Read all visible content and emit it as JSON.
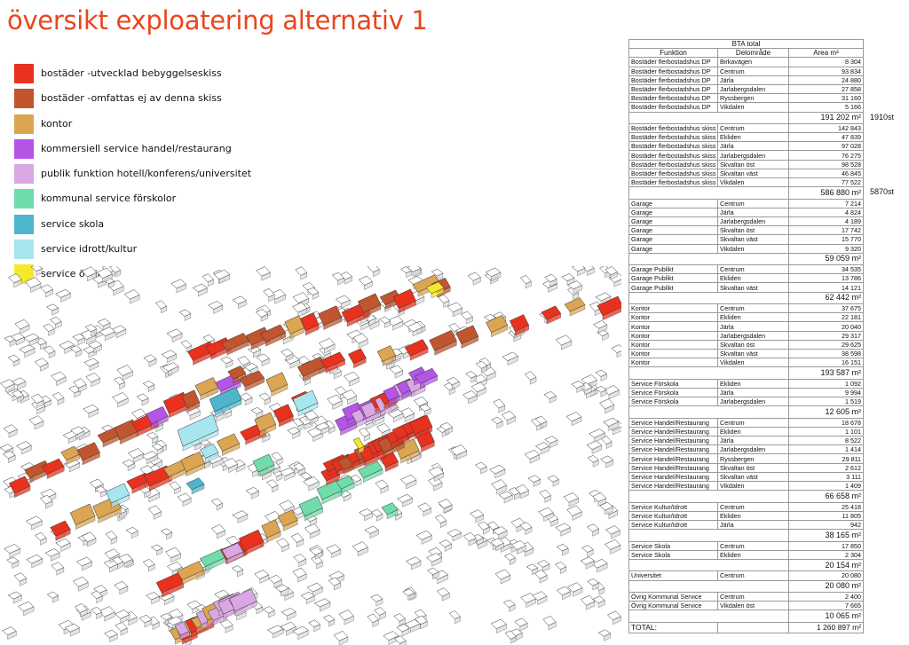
{
  "title": "översikt exploatering alternativ 1",
  "legend": [
    {
      "label": "bostäder -utvecklad bebyggelseskiss",
      "color": "#e8321e"
    },
    {
      "label": "bostäder -omfattas ej av denna skiss",
      "color": "#c0552e"
    },
    {
      "label": "kontor",
      "color": "#dba552"
    },
    {
      "label": "kommersiell service handel/restaurang",
      "color": "#b455e6"
    },
    {
      "label": "publik funktion hotell/konferens/universitet",
      "color": "#d9a8e3"
    },
    {
      "label": "kommunal service förskolor",
      "color": "#6fdcaa"
    },
    {
      "label": "service skola",
      "color": "#4eb5cd"
    },
    {
      "label": "service idrott/kultur",
      "color": "#a8e6ef"
    },
    {
      "label": "service övrigt",
      "color": "#f4ea2a"
    }
  ],
  "table": {
    "caption": "BTA total",
    "headers": [
      "Funktion",
      "Delområde",
      "Area m²"
    ],
    "rows": [
      {
        "f": "Bostäder flerbostadshus DP",
        "d": "Birkavägen",
        "a": "8 304"
      },
      {
        "f": "Bostäder flerbostadshus DP",
        "d": "Centrum",
        "a": "93 834"
      },
      {
        "f": "Bostäder flerbostadshus DP",
        "d": "Järla",
        "a": "24 880"
      },
      {
        "f": "Bostäder flerbostadshus DP",
        "d": "Jarlabergsdalen",
        "a": "27 858"
      },
      {
        "f": "Bostäder flerbostadshus DP",
        "d": "Ryssbergen",
        "a": "31 160"
      },
      {
        "f": "Bostäder flerbostadshus DP",
        "d": "Vikdalen",
        "a": "5 166"
      },
      {
        "sub": "191 202 m²",
        "note": "1910st"
      },
      {
        "f": "Bostäder flerbostadshus skiss",
        "d": "Centrum",
        "a": "142 843"
      },
      {
        "f": "Bostäder flerbostadshus skiss",
        "d": "Ekliden",
        "a": "47 839"
      },
      {
        "f": "Bostäder flerbostadshus skiss",
        "d": "Järla",
        "a": "97 028"
      },
      {
        "f": "Bostäder flerbostadshus skiss",
        "d": "Jarlabergsdalen",
        "a": "76 275"
      },
      {
        "f": "Bostäder flerbostadshus skiss",
        "d": "Skvaltan öst",
        "a": "98 528"
      },
      {
        "f": "Bostäder flerbostadshus skiss",
        "d": "Skvaltan väst",
        "a": "46 845"
      },
      {
        "f": "Bostäder flerbostadshus skiss",
        "d": "Vikdalen",
        "a": "77 522"
      },
      {
        "sub": "586 880 m²",
        "note": "5870st"
      },
      {
        "f": "Garage",
        "d": "Centrum",
        "a": "7 214"
      },
      {
        "f": "Garage",
        "d": "Järla",
        "a": "4 824"
      },
      {
        "f": "Garage",
        "d": "Jarlabergsdalen",
        "a": "4 189"
      },
      {
        "f": "Garage",
        "d": "Skvaltan öst",
        "a": "17 742"
      },
      {
        "f": "Garage",
        "d": "Skvaltan väst",
        "a": "15 770"
      },
      {
        "f": "Garage",
        "d": "Vikdalen",
        "a": "9 320"
      },
      {
        "sub": "59 059 m²"
      },
      {
        "f": "Garage Publikt",
        "d": "Centrum",
        "a": "34 535"
      },
      {
        "f": "Garage Publikt",
        "d": "Ekliden",
        "a": "13 786"
      },
      {
        "f": "Garage Publikt",
        "d": "Skvaltan väst",
        "a": "14 121"
      },
      {
        "sub": "62 442 m²"
      },
      {
        "f": "Kontor",
        "d": "Centrum",
        "a": "37 675"
      },
      {
        "f": "Kontor",
        "d": "Ekliden",
        "a": "22 181"
      },
      {
        "f": "Kontor",
        "d": "Järla",
        "a": "20 040"
      },
      {
        "f": "Kontor",
        "d": "Jarlabergsdalen",
        "a": "29 317"
      },
      {
        "f": "Kontor",
        "d": "Skvaltan öst",
        "a": "29 625"
      },
      {
        "f": "Kontor",
        "d": "Skvaltan väst",
        "a": "38 598"
      },
      {
        "f": "Kontor",
        "d": "Vikdalen",
        "a": "16 151"
      },
      {
        "sub": "193 587 m²"
      },
      {
        "f": "Service Förskola",
        "d": "Ekliden",
        "a": "1 092"
      },
      {
        "f": "Service Förskola",
        "d": "Järla",
        "a": "9 994"
      },
      {
        "f": "Service Förskola",
        "d": "Jarlabergsdalen",
        "a": "1 519"
      },
      {
        "sub": "12 605 m²"
      },
      {
        "f": "Service Handel/Restaurang",
        "d": "Centrum",
        "a": "18 678"
      },
      {
        "f": "Service Handel/Restaurang",
        "d": "Ekliden",
        "a": "1 101"
      },
      {
        "f": "Service Handel/Restaurang",
        "d": "Järla",
        "a": "8 522"
      },
      {
        "f": "Service Handel/Restaurang",
        "d": "Jarlabergsdalen",
        "a": "1 414"
      },
      {
        "f": "Service Handel/Restaurang",
        "d": "Ryssbergen",
        "a": "29 811"
      },
      {
        "f": "Service Handel/Restaurang",
        "d": "Skvaltan öst",
        "a": "2 612"
      },
      {
        "f": "Service Handel/Restaurang",
        "d": "Skvaltan väst",
        "a": "3 111"
      },
      {
        "f": "Service Handel/Restaurang",
        "d": "Vikdalen",
        "a": "1 409"
      },
      {
        "sub": "66 658 m²"
      },
      {
        "f": "Service Kultur/Idrott",
        "d": "Centrum",
        "a": "25 418"
      },
      {
        "f": "Service Kultur/Idrott",
        "d": "Ekliden",
        "a": "11 805"
      },
      {
        "f": "Service Kultur/Idrott",
        "d": "Järla",
        "a": "942"
      },
      {
        "sub": "38 165 m²"
      },
      {
        "f": "Service Skola",
        "d": "Centrum",
        "a": "17 850"
      },
      {
        "f": "Service Skola",
        "d": "Ekliden",
        "a": "2 304"
      },
      {
        "sub": "20 154 m²"
      },
      {
        "f": "Universitet",
        "d": "Centrum",
        "a": "20 080"
      },
      {
        "sub": "20 080 m²"
      },
      {
        "f": "Övrig Kommunal Service",
        "d": "Centrum",
        "a": "2 400"
      },
      {
        "f": "Övrig Kommunal Service",
        "d": "Vikdalen öst",
        "a": "7 665"
      },
      {
        "sub": "10 065 m²"
      },
      {
        "total": "TOTAL:",
        "a": "1 260 897 m²"
      }
    ]
  }
}
